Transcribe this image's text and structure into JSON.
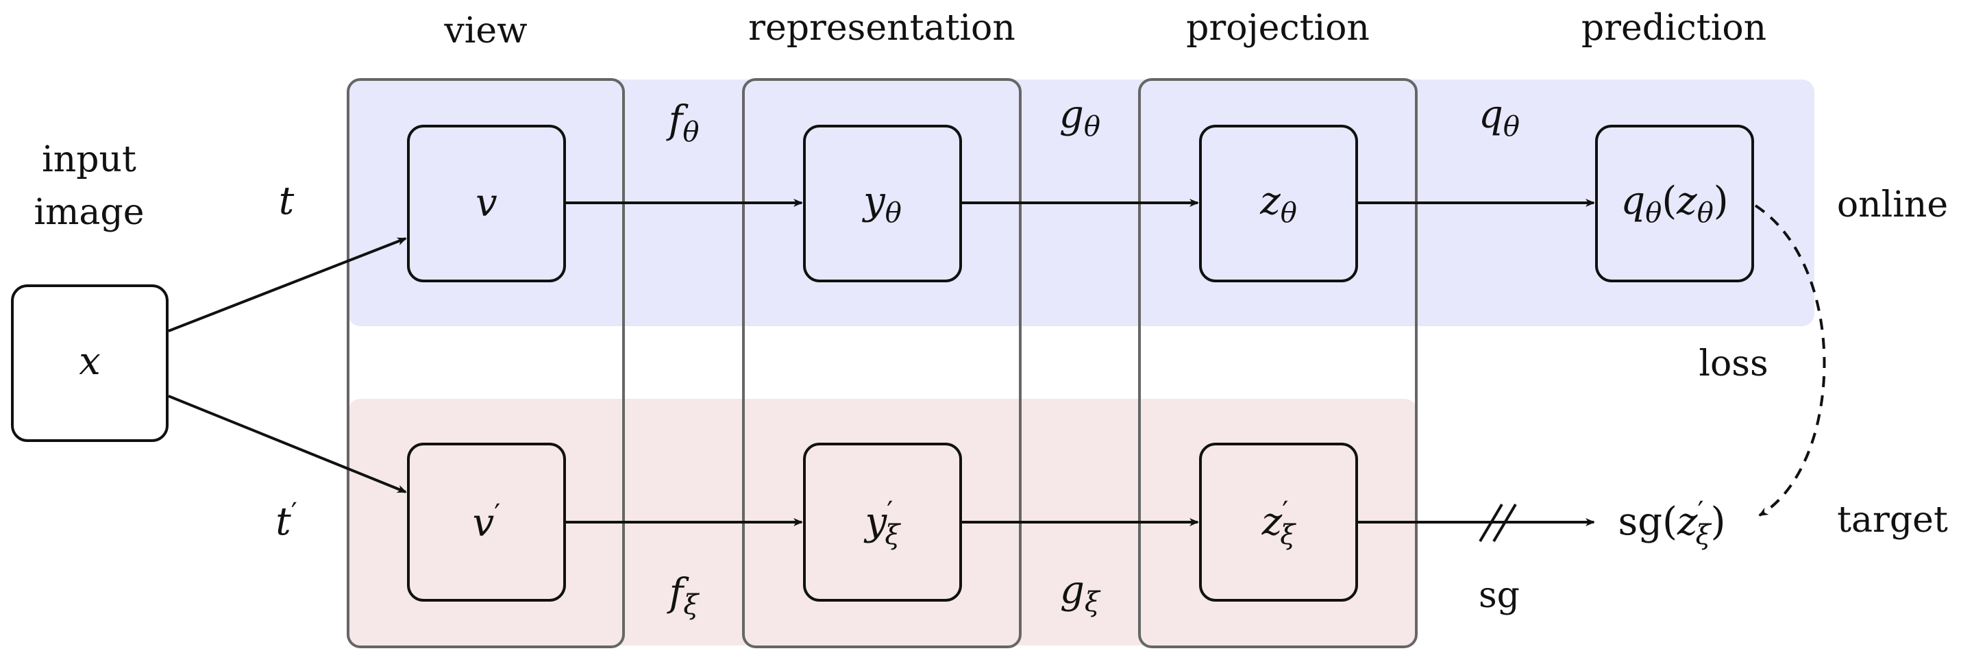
{
  "colors": {
    "online_band": "#e8e8fc",
    "target_band": "#f6e8e8",
    "stage_border": "#666666",
    "node_border": "#111111",
    "arrow": "#111111"
  },
  "headers": {
    "view": "view",
    "representation": "representation",
    "projection": "projection",
    "prediction": "prediction"
  },
  "input": {
    "line1": "input",
    "line2": "image",
    "symbol": "x"
  },
  "branches": {
    "online": "online",
    "target": "target"
  },
  "transforms": {
    "online": {
      "base": "t",
      "mark": ""
    },
    "target": {
      "base": "t",
      "mark": "′"
    }
  },
  "nodes": {
    "v": {
      "base": "v",
      "sub": "",
      "mark": ""
    },
    "v_prime": {
      "base": "v",
      "sub": "",
      "mark": "′"
    },
    "y_theta": {
      "base": "y",
      "sub": "θ",
      "mark": ""
    },
    "y_xi": {
      "base": "y",
      "sub": "ξ",
      "mark": "′"
    },
    "z_theta": {
      "base": "z",
      "sub": "θ",
      "mark": ""
    },
    "z_xi": {
      "base": "z",
      "sub": "ξ",
      "mark": "′"
    },
    "q_theta_z": {
      "f": "q",
      "fsub": "θ",
      "arg": "z",
      "argsub": "θ"
    }
  },
  "functions": {
    "f_theta": {
      "base": "f",
      "sub": "θ"
    },
    "f_xi": {
      "base": "f",
      "sub": "ξ"
    },
    "g_theta": {
      "base": "g",
      "sub": "θ"
    },
    "g_xi": {
      "base": "g",
      "sub": "ξ"
    },
    "q_theta": {
      "base": "q",
      "sub": "θ"
    }
  },
  "target_output": {
    "op": "sg",
    "arg": "z",
    "argsub": "ξ",
    "mark": "′"
  },
  "edge_labels": {
    "loss": "loss",
    "stop_gradient": "sg"
  }
}
